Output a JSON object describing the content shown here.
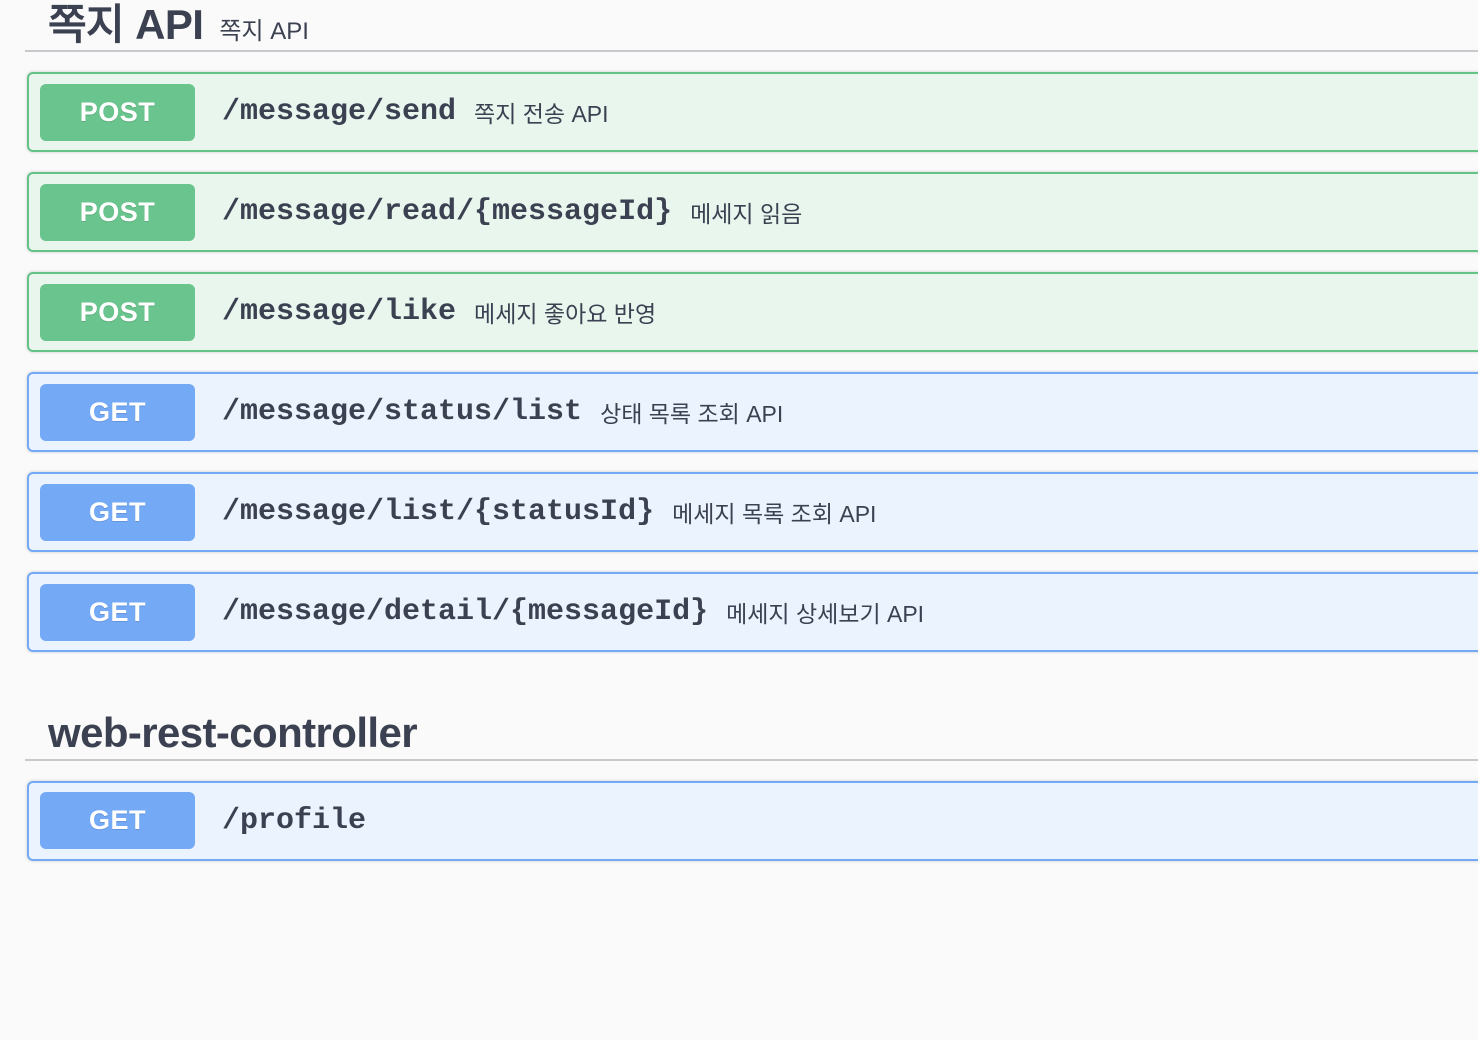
{
  "page": {
    "background_color": "#fafafa",
    "text_color": "#3b4151"
  },
  "theme": {
    "post_badge_color": "#69c48d",
    "post_row_background": "#e8f6ee",
    "post_row_border": "#64c287",
    "get_badge_color": "#74a9f6",
    "get_row_background": "#ebf3fe",
    "get_row_border": "#74a9f6",
    "divider_color": "#c7c9cc"
  },
  "sections": [
    {
      "id": "message-api",
      "title": "쪽지 API",
      "subtitle": "쪽지 API",
      "operations": [
        {
          "method": "POST",
          "method_class": "post",
          "path": "/message/send",
          "description": "쪽지 전송 API"
        },
        {
          "method": "POST",
          "method_class": "post",
          "path": "/message/read/{messageId}",
          "description": "메세지 읽음"
        },
        {
          "method": "POST",
          "method_class": "post",
          "path": "/message/like",
          "description": "메세지 좋아요 반영"
        },
        {
          "method": "GET",
          "method_class": "get",
          "path": "/message/status/list",
          "description": "상태 목록 조회 API"
        },
        {
          "method": "GET",
          "method_class": "get",
          "path": "/message/list/{statusId}",
          "description": "메세지 목록 조회 API"
        },
        {
          "method": "GET",
          "method_class": "get",
          "path": "/message/detail/{messageId}",
          "description": "메세지 상세보기 API"
        }
      ]
    },
    {
      "id": "web-rest-controller",
      "title": "web-rest-controller",
      "subtitle": "",
      "operations": [
        {
          "method": "GET",
          "method_class": "get",
          "path": "/profile",
          "description": ""
        }
      ]
    }
  ]
}
